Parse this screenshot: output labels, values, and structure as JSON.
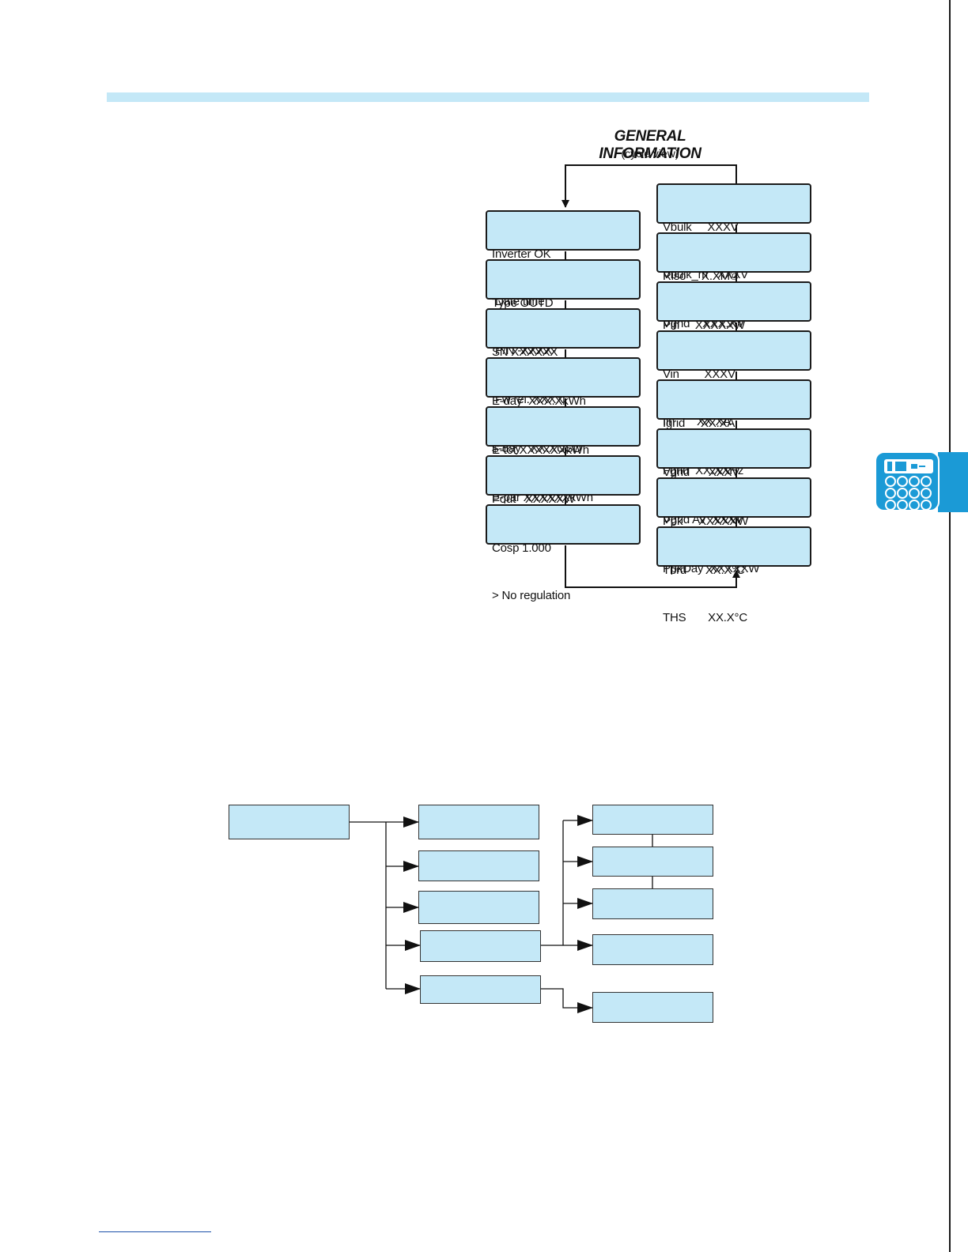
{
  "diagram": {
    "title": "GENERAL INFORMATION",
    "subtitle": "(cycle view)",
    "left_column": [
      {
        "line1": "Inverter OK",
        "line2": " Date time"
      },
      {
        "line1": "Type OUTD",
        "line2": " P/N -XXXX-"
      },
      {
        "line1": "SN XXXXXX",
        "line2": " Fw rel. XXXX"
      },
      {
        "line1": "E-day  XXX.XkWh",
        "line2": "$-day   XX.XUSD"
      },
      {
        "line1": "E-tot XXXXXXkWh",
        "line2": "E-par XXXXXXkWh"
      },
      {
        "line1": "Pout   XXXXXW",
        "line2": ""
      },
      {
        "line1": "Cosp 1.000",
        "line2": "> No regulation"
      }
    ],
    "right_column": [
      {
        "line1": "Vbulk     XXXV",
        "line2": "Vbulk_m   XXXV"
      },
      {
        "line1": "Riso     X.XM©",
        "line2": "Vgnd    XXX.XV"
      },
      {
        "line1": "Pin     XXXXXW",
        "line2": ""
      },
      {
        "line1": "Vin        XXXV",
        "line2": "Iin       XX.XA"
      },
      {
        "line1": "Igrid     XX.XA",
        "line2": "Fgrid  XX.XXHz"
      },
      {
        "line1": "Vgrid      XXXV",
        "line2": "Vgrid Av  XXXV"
      },
      {
        "line1": "Ppk     XXXXXW",
        "line2": "PpkDay  XXXXXW"
      },
      {
        "line1": "Tbrd      XX.X°C",
        "line2": "THS       XX.X°C"
      }
    ]
  },
  "colors": {
    "box_fill": "#c4e8f7",
    "accent": "#1b9ad6",
    "border": "#1a1a1a"
  },
  "icons": {
    "side_tab": "keypad-display-icon"
  }
}
